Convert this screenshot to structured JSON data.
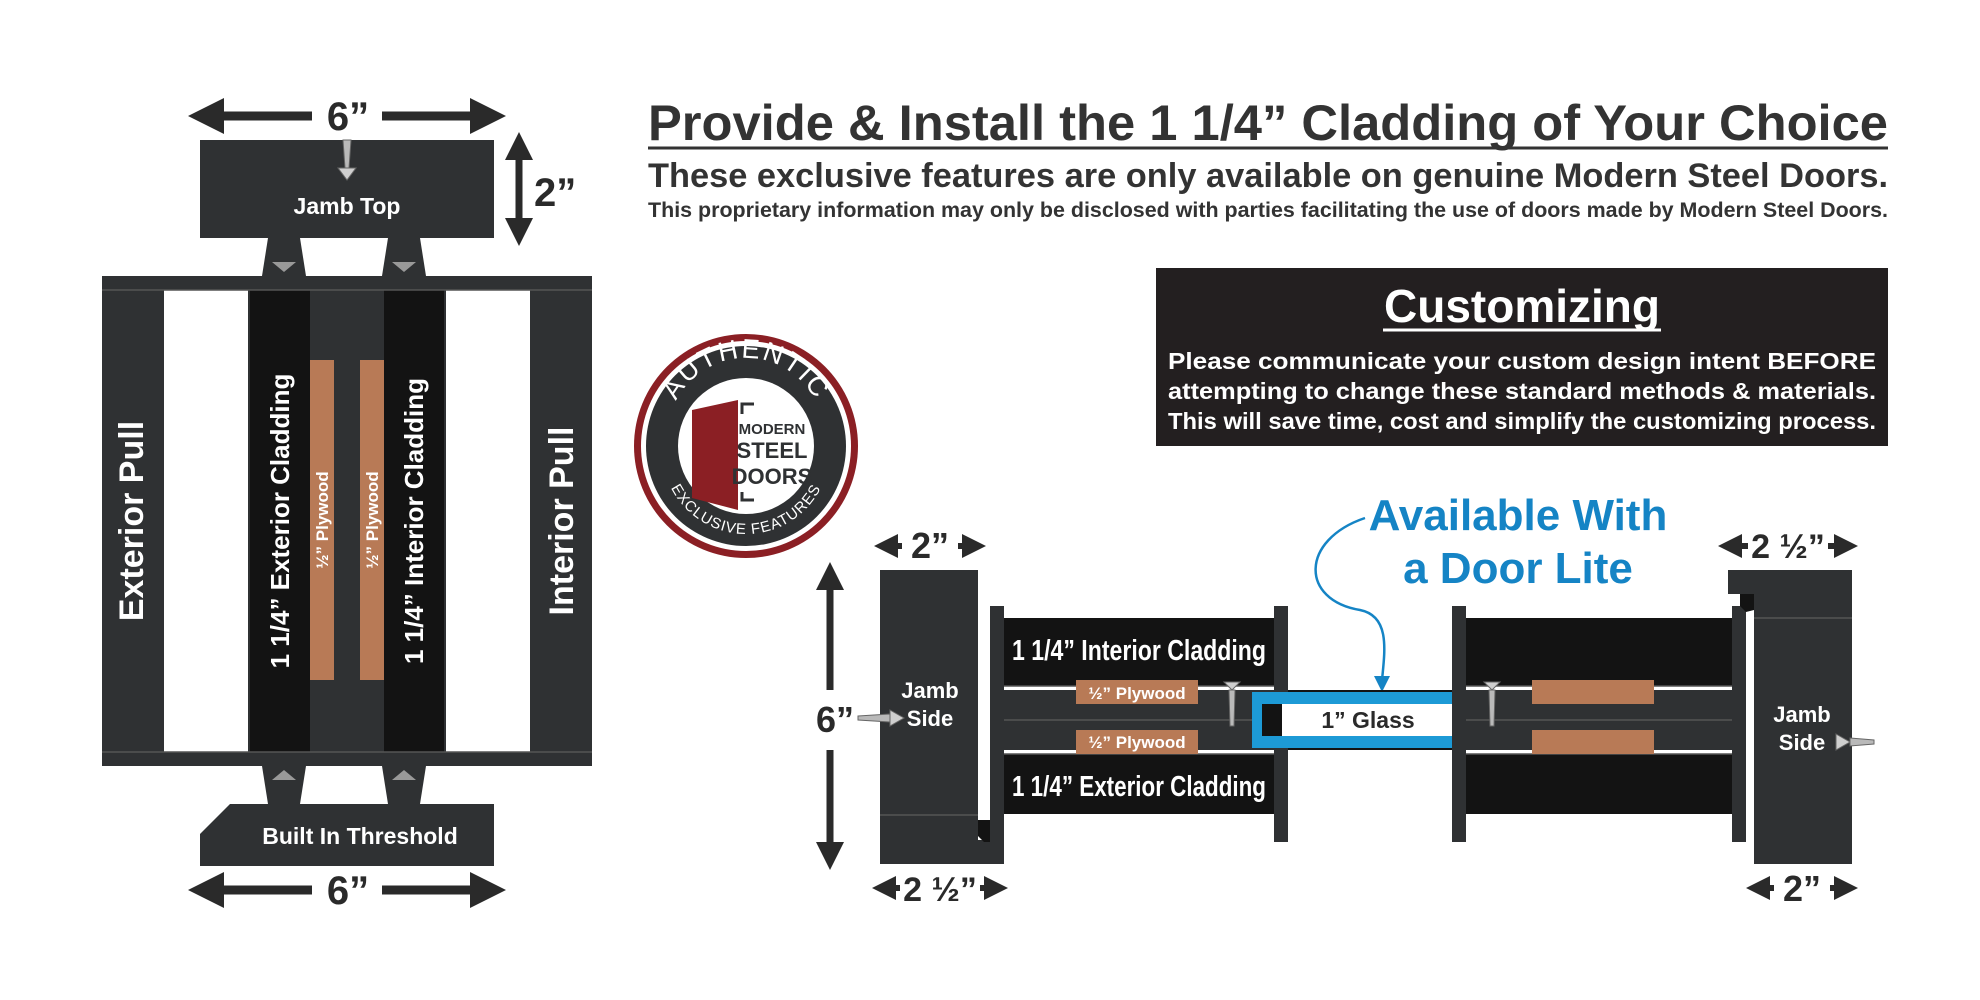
{
  "header": {
    "title": "Provide & Install the 1 1/4” Cladding of Your Choice",
    "subtitle": "These exclusive features are only available on genuine Modern Steel Doors.",
    "notice": "This proprietary information may only be disclosed with parties facilitating the use of doors made by Modern Steel Doors."
  },
  "customizing": {
    "heading": "Customizing",
    "lines": [
      "Please  communicate  your  custom  design  intent  BEFORE",
      "attempting to change these standard methods & materials.",
      "This will save time, cost and simplify the customizing process."
    ]
  },
  "badge": {
    "top_text": "AUTHENTIC",
    "bottom_text": "EXCLUSIVE FEATURES",
    "brand_line1": "MODERN",
    "brand_line2": "STEEL",
    "brand_line3": "DOORS"
  },
  "left_diagram": {
    "dim_top_width": "6”",
    "dim_top_height": "2”",
    "dim_bottom_width": "6”",
    "jamb_top": "Jamb Top",
    "threshold": "Built In Threshold",
    "exterior_pull": "Exterior Pull",
    "interior_pull": "Interior Pull",
    "exterior_cladding": "1 1/4” Exterior Cladding",
    "interior_cladding": "1 1/4” Interior Cladding",
    "plywood_left": "½” Plywood",
    "plywood_right": "½” Plywood"
  },
  "right_diagram": {
    "door_lite_line1": "Available With",
    "door_lite_line2": "a Door Lite",
    "dim_left_top": "2”",
    "dim_left_height": "6”",
    "dim_left_bottom": "2 ½”",
    "dim_right_top": "2 ½”",
    "dim_right_bottom": "2”",
    "jamb_side_left_1": "Jamb",
    "jamb_side_left_2": "Side",
    "jamb_side_right_1": "Jamb",
    "jamb_side_right_2": "Side",
    "interior_cladding": "1 1/4” Interior Cladding",
    "exterior_cladding": "1 1/4” Exterior Cladding",
    "plywood_top": "½” Plywood",
    "plywood_bottom": "½” Plywood",
    "glass": "1” Glass"
  },
  "colors": {
    "dark_frame": "#2f3133",
    "black": "#131313",
    "plywood": "#b87a56",
    "glass_blue": "#1d9ad6",
    "headline_blue": "#1584c5",
    "badge_red": "#8b1f24",
    "text_dark": "#2a2a2a"
  }
}
